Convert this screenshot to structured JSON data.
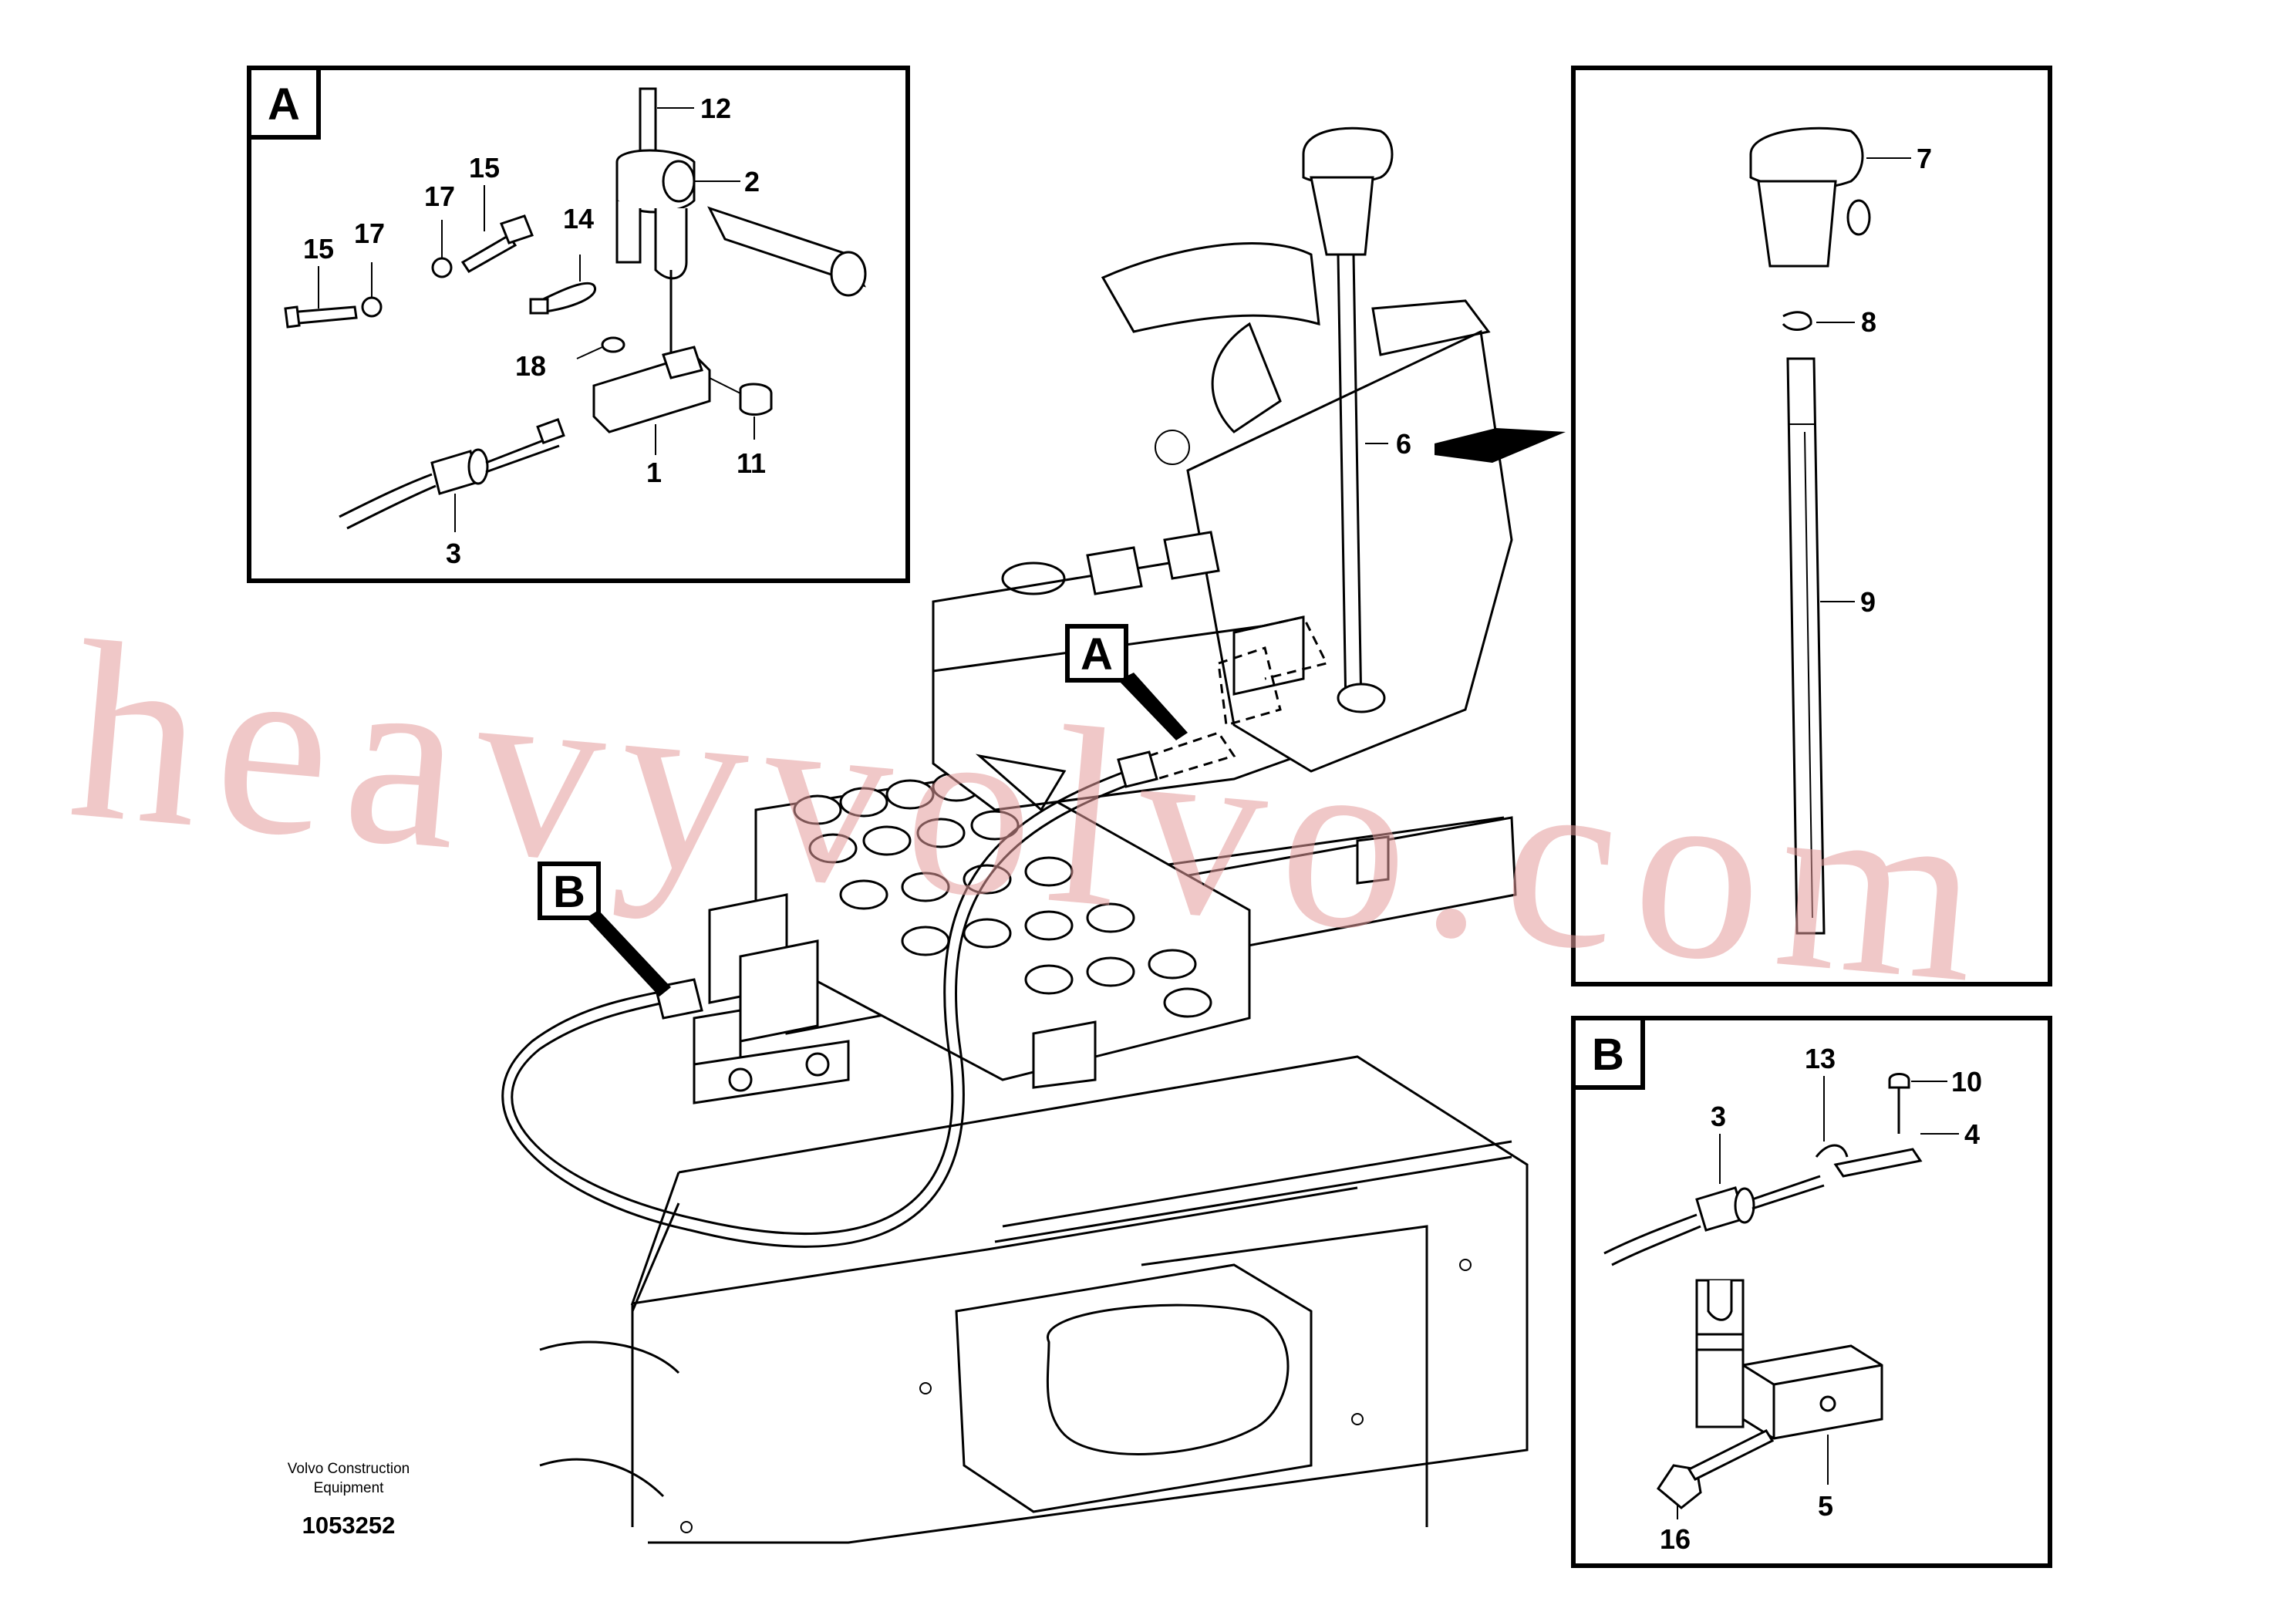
{
  "diagram": {
    "panels": {
      "a": {
        "letter": "A"
      },
      "b": {
        "letter": "B"
      }
    },
    "callouts": {
      "main_a": "A",
      "main_b": "B"
    },
    "parts": {
      "p1": "1",
      "p2": "2",
      "p3a": "3",
      "p3b": "3",
      "p4": "4",
      "p5": "5",
      "p6": "6",
      "p7": "7",
      "p8": "8",
      "p9": "9",
      "p10": "10",
      "p11": "11",
      "p12": "12",
      "p13": "13",
      "p14": "14",
      "p15a": "15",
      "p15b": "15",
      "p16": "16",
      "p17a": "17",
      "p17b": "17",
      "p18": "18"
    },
    "brand_line1": "Volvo Construction",
    "brand_line2": "Equipment",
    "document_number": "1053252",
    "watermark": "heavyvolvo.com"
  }
}
